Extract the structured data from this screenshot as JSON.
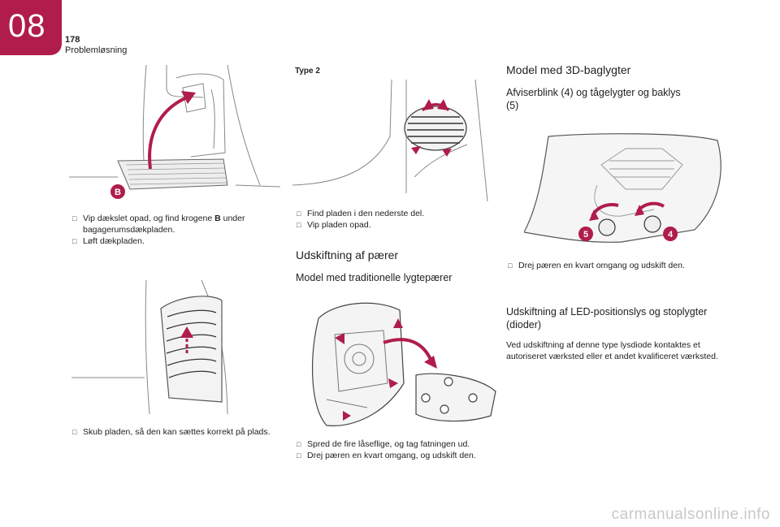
{
  "header": {
    "chapter_number": "08",
    "page_number": "178",
    "section_name": "Problemløsning"
  },
  "left_column": {
    "callout_B": "B",
    "step1_bullets": [
      {
        "pre": "Vip dækslet opad, og find krogene ",
        "bold": "B",
        "post": " under bagagerumsdækpladen."
      },
      {
        "text": "Løft dækpladen."
      }
    ],
    "step2_bullets": [
      {
        "text": "Skub pladen, så den kan sættes korrekt på plads."
      }
    ]
  },
  "middle_column": {
    "type_label": "Type 2",
    "bullets_top": [
      {
        "text": "Find pladen i den nederste del."
      },
      {
        "text": "Vip pladen opad."
      }
    ],
    "heading_bulb": "Udskiftning af pærer",
    "subheading_traditional": "Model med traditionelle lygtepærer",
    "bullets_bottom": [
      {
        "text": "Spred de fire låseflige, og tag fatningen ud."
      },
      {
        "text": "Drej pæren en kvart omgang, og udskift den."
      }
    ]
  },
  "right_column": {
    "heading_3d": "Model med 3D-baglygter",
    "subheading_indicator": "Afviserblink (4) og tågelygter og baklys (5)",
    "callout_5": "5",
    "callout_4": "4",
    "bullets": [
      {
        "text": "Drej pæren en kvart omgang og udskift den."
      }
    ],
    "heading_led": "Udskiftning af LED-positionslys og stoplygter (dioder)",
    "led_text": "Ved udskiftning af denne type lysdiode kontaktes et autoriseret værksted eller et andet kvalificeret værksted."
  },
  "colors": {
    "accent": "#b01d4a"
  },
  "watermark": "carmanualsonline.info"
}
